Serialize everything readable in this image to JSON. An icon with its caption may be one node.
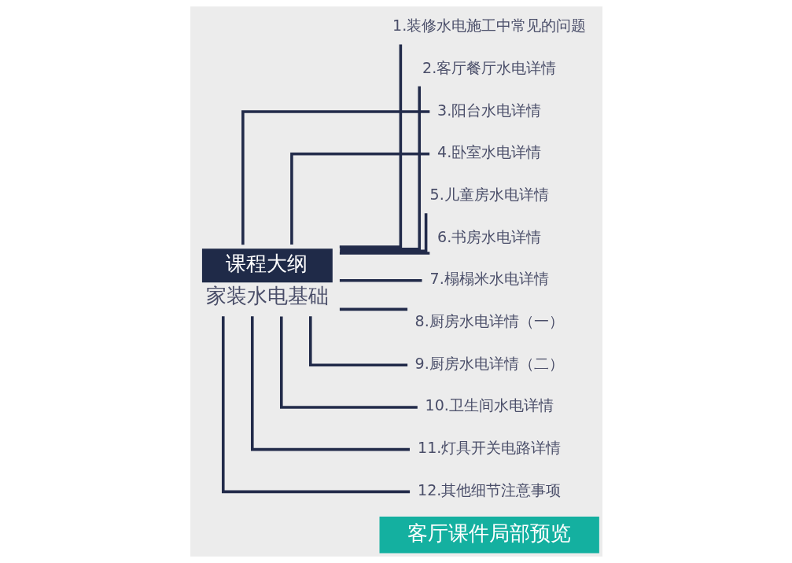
{
  "diagram": {
    "nodes": [
      {
        "text": [
          "课程大纲",
          "家装水电基础"
        ]
      },
      {
        "text": [
          "1.装修水电施工中常见的问题"
        ]
      },
      {
        "text": [
          "2.客厅餐厅水电详情"
        ]
      },
      {
        "text": [
          "3.阳台水电详情"
        ]
      },
      {
        "text": [
          "4.卧室水电详情"
        ]
      },
      {
        "text": [
          "5.儿童房水电详情"
        ]
      },
      {
        "text": [
          "6.书房水电详情"
        ]
      },
      {
        "text": [
          "7.榻榻米水电详情"
        ]
      },
      {
        "text": [
          "8.厨房水电详情（一）"
        ]
      },
      {
        "text": [
          "9.厨房水电详情（二）"
        ]
      },
      {
        "text": [
          "10.卫生间水电详情"
        ]
      },
      {
        "text": [
          "11.灯具开关电路详情"
        ]
      },
      {
        "text": [
          "12.其他细节注意事项"
        ]
      },
      {
        "text": [
          "客厅课件局部预览"
        ]
      }
    ],
    "edges": [
      {
        "from": 0,
        "to": 1,
        "arrow": "none"
      },
      {
        "from": 0,
        "to": 2,
        "arrow": "none"
      },
      {
        "from": 0,
        "to": 3,
        "arrow": "none"
      },
      {
        "from": 0,
        "to": 4,
        "arrow": "none"
      },
      {
        "from": 0,
        "to": 5,
        "arrow": "none"
      },
      {
        "from": 0,
        "to": 6,
        "arrow": "none"
      },
      {
        "from": 0,
        "to": 7,
        "arrow": "none"
      },
      {
        "from": 0,
        "to": 8,
        "arrow": "none"
      },
      {
        "from": 0,
        "to": 9,
        "arrow": "none"
      },
      {
        "from": 0,
        "to": 10,
        "arrow": "none"
      },
      {
        "from": 0,
        "to": 11,
        "arrow": "none"
      },
      {
        "from": 0,
        "to": 12,
        "arrow": "none"
      }
    ]
  }
}
